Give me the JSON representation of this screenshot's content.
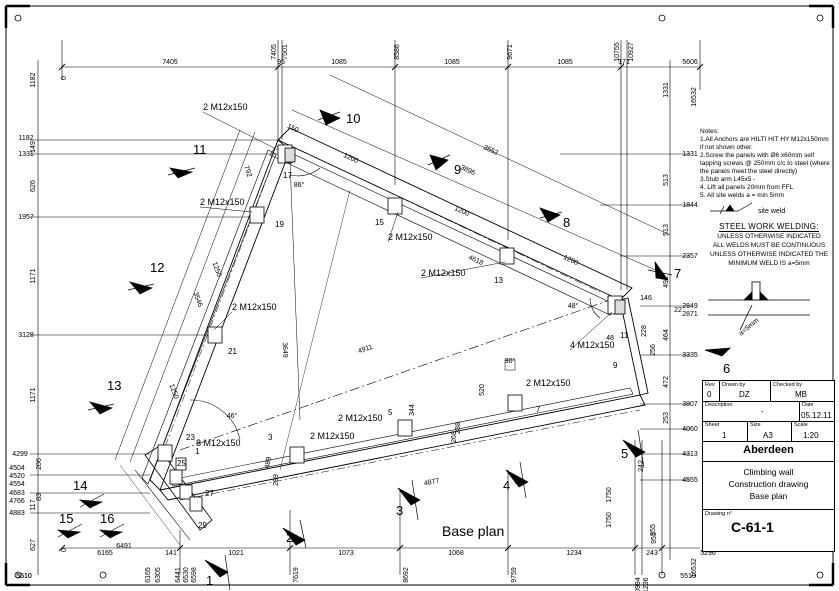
{
  "drawing_title": "Base plan",
  "top_dimensions": {
    "zero": "0",
    "values": [
      "7405",
      "7405",
      "7501",
      "96",
      "1085",
      "8586",
      "1085",
      "9671",
      "1085",
      "10755",
      "10927",
      "171",
      "5606",
      "16532"
    ]
  },
  "bottom_dimensions": {
    "values": [
      "0",
      "6165",
      "6491",
      "6165",
      "6305",
      "141",
      "6441",
      "6530",
      "6598",
      "1021",
      "7619",
      "1073",
      "8692",
      "1068",
      "9759",
      "1234",
      "10994",
      "11236",
      "243",
      "5296",
      "16532",
      "5510",
      "955",
      "1750",
      "5510"
    ]
  },
  "left_dimensions": {
    "values": [
      "1182",
      "1182",
      "149",
      "1331",
      "626",
      "1957",
      "1171",
      "3128",
      "1171",
      "4299",
      "4504",
      "4520",
      "4554",
      "206",
      "4683",
      "83",
      "4766",
      "117",
      "4883",
      "627",
      "5510"
    ]
  },
  "right_dimensions": {
    "values": [
      "1331",
      "1331",
      "513",
      "1844",
      "513",
      "2357",
      "492",
      "2849",
      "2871",
      "22",
      "3335",
      "464",
      "472",
      "3807",
      "253",
      "4060",
      "4313",
      "242",
      "4555",
      "1750",
      "955"
    ]
  },
  "anchor_labels": [
    "2 M12x150",
    "2 M12x150",
    "2 M12x150",
    "2 M12x150",
    "2 M12x150",
    "4 M12x150",
    "2 M12x150",
    "2 M12x150",
    "2 M12x150",
    "8 M12x150"
  ],
  "panel_numbers": [
    "1",
    "3",
    "5",
    "7",
    "9",
    "11",
    "13",
    "15",
    "17",
    "19",
    "21",
    "23",
    "25",
    "27",
    "29",
    "2",
    "4",
    "6",
    "8",
    "10",
    "12",
    "14",
    "16"
  ],
  "wall_dimensions": [
    "3552",
    "3896",
    "4618",
    "4911",
    "3546",
    "1250",
    "3649",
    "1250",
    "1250",
    "4877",
    "792",
    "1200",
    "1200",
    "1200",
    "150",
    "146",
    "48",
    "48°",
    "90°",
    "86°",
    "46°",
    "520",
    "344",
    "288",
    "268",
    "289",
    "228",
    "256",
    "489",
    "169",
    "390",
    "254",
    "50"
  ],
  "section_marks": [
    "1",
    "2",
    "3",
    "4",
    "5",
    "6",
    "7",
    "8",
    "9",
    "10",
    "11",
    "12",
    "13",
    "14",
    "15",
    "16"
  ],
  "notes": {
    "heading": "Notes:",
    "items": [
      "1.All Anchors are HILTI HIT HY M12x150mm if not shown other.",
      "2.Screw the panels with Ø6 x60mm self tapping screws @ 250mm c/c to steel (where the panels meet the steel directly)",
      "3.Stub arm L45x5 -",
      "4. Lift all panels 20mm from FFL",
      "5. All site welds a = min 5mm"
    ]
  },
  "weld_legend": {
    "site_weld_label": "site weld",
    "title": "STEEL WORK WELDING:",
    "lines": [
      "UNLESS OTHERWISE INDICATED",
      "ALL WELDS MUST BE CONTINUOUS",
      "UNLESS OTHERWISE INDICATED THE",
      "MINIMUM WELD IS a=5mm"
    ],
    "detail_label": "a=5mm"
  },
  "title_block": {
    "rev_label": "Rev",
    "rev": "0",
    "drawn_label": "Drawn by",
    "drawn": "DZ",
    "checked_label": "Checked by",
    "checked": "MB",
    "description_label": "Description",
    "description": "-",
    "date_label": "Date",
    "date": "05.12.11",
    "sheet_label": "Sheet",
    "sheet": "1",
    "size_label": "Size",
    "size": "A3",
    "scale_label": "Scale",
    "scale": "1:20",
    "client": "Aberdeen",
    "title_lines": [
      "Climbing wall",
      "Construction drawing",
      "Base plan"
    ],
    "drawing_no_label": "Drawing n°",
    "drawing_no": "C-61-1"
  }
}
